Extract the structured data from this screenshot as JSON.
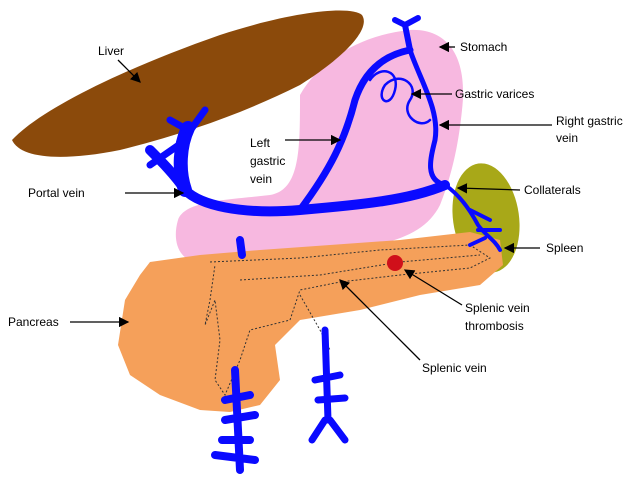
{
  "labels": {
    "liver": "Liver",
    "stomach": "Stomach",
    "gastric_varices": "Gastric varices",
    "right_gastric_vein_1": "Right gastric",
    "right_gastric_vein_2": "vein",
    "left_gastric_vein_1": "Left",
    "left_gastric_vein_2": "gastric",
    "left_gastric_vein_3": "vein",
    "portal_vein": "Portal vein",
    "collaterals": "Collaterals",
    "spleen": "Spleen",
    "splenic_vein_thrombosis_1": "Splenic vein",
    "splenic_vein_thrombosis_2": "thrombosis",
    "splenic_vein": "Splenic vein",
    "pancreas": "Pancreas"
  },
  "colors": {
    "liver": "#8b4a0b",
    "stomach": "#f7b8e0",
    "pancreas": "#f5a05a",
    "spleen": "#a8a818",
    "vein": "#0a0aff",
    "thrombus": "#d0101a"
  }
}
